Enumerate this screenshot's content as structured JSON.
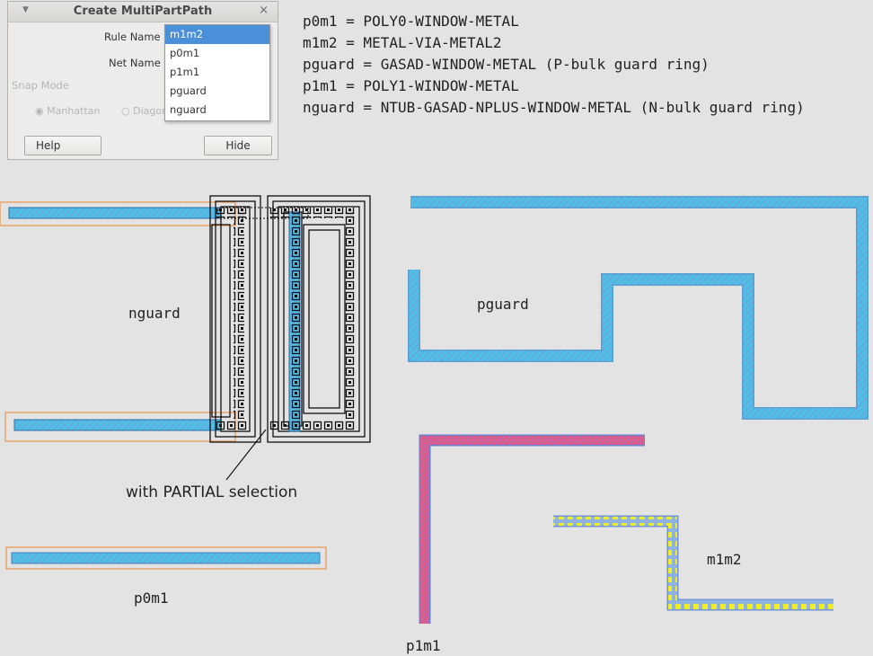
{
  "dialog": {
    "title": "Create MultiPartPath",
    "title_arrow": "▼",
    "close_glyph": "×",
    "rule_name_label": "Rule Name",
    "net_name_label": "Net Name",
    "snap_mode_label": "Snap Mode",
    "manhattan_label": "Manhattan",
    "diagonal_label": "Diagon",
    "help_button": "Help",
    "hide_button": "Hide",
    "rule_options": [
      "m1m2",
      "p0m1",
      "p1m1",
      "pguard",
      "nguard"
    ],
    "selected_rule": "m1m2"
  },
  "legend": [
    "p0m1 = POLY0-WINDOW-METAL",
    "m1m2 = METAL-VIA-METAL2",
    "pguard = GASAD-WINDOW-METAL (P-bulk guard ring)",
    "p1m1 = POLY1-WINDOW-METAL",
    "nguard = NTUB-GASAD-NPLUS-WINDOW-METAL (N-bulk guard ring)"
  ],
  "labels": {
    "nguard": "nguard",
    "pguard": "pguard",
    "p0m1": "p0m1",
    "p1m1": "p1m1",
    "m1m2": "m1m2",
    "partial": "with PARTIAL selection"
  },
  "colors": {
    "metal_blue": "#3fb4e0",
    "poly_red": "#d14b7a",
    "via_yellow": "#e6e62a",
    "outline_orange": "#e8a46a",
    "background": "#e3e3e3"
  }
}
